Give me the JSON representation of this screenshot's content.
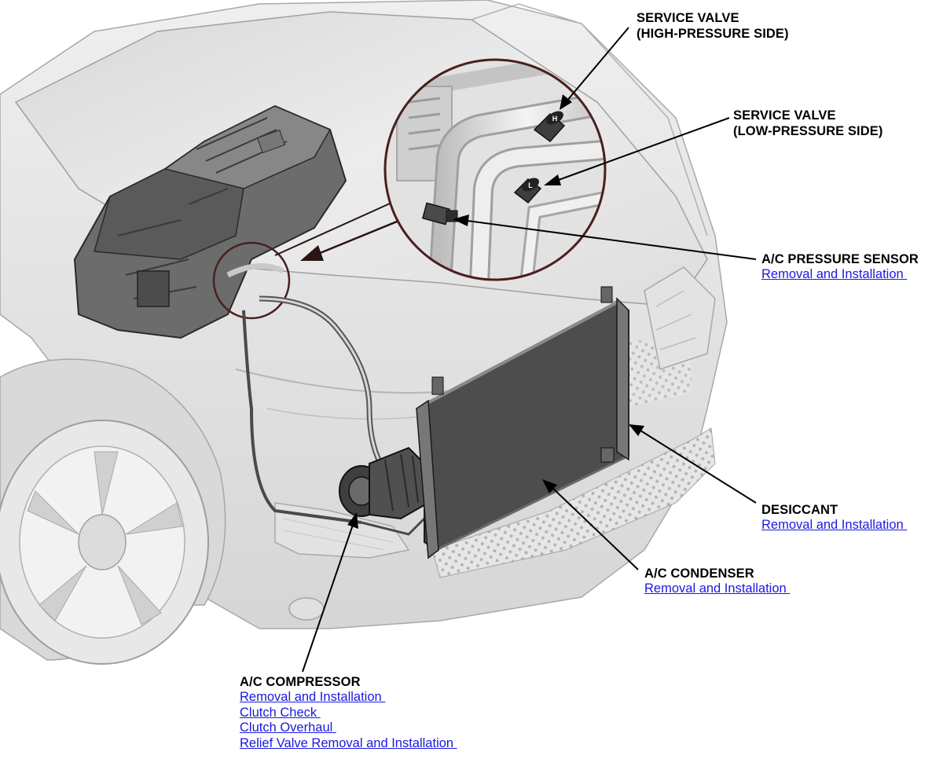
{
  "labels": {
    "service_valve_high": {
      "title_line1": "SERVICE VALVE",
      "title_line2": "(HIGH-PRESSURE SIDE)"
    },
    "service_valve_low": {
      "title_line1": "SERVICE VALVE",
      "title_line2": "(LOW-PRESSURE SIDE)"
    },
    "pressure_sensor": {
      "title": "A/C PRESSURE SENSOR",
      "links": [
        "Removal and Installation "
      ]
    },
    "desiccant": {
      "title": "DESICCANT",
      "links": [
        "Removal and Installation "
      ]
    },
    "condenser": {
      "title": "A/C CONDENSER",
      "links": [
        "Removal and Installation "
      ]
    },
    "compressor": {
      "title": "A/C COMPRESSOR",
      "links": [
        "Removal and Installation ",
        "Clutch Check ",
        "Clutch Overhaul ",
        "Relief Valve Removal and Installation "
      ]
    }
  },
  "valve_markers": {
    "high": "H",
    "low": "L"
  },
  "colors": {
    "link": "#1a1ae0",
    "zoom_circle": "#4a1f1f",
    "condenser": "#4d4d4d",
    "body_shade": "#e4e4e4",
    "outline": "#9a9a9a"
  }
}
